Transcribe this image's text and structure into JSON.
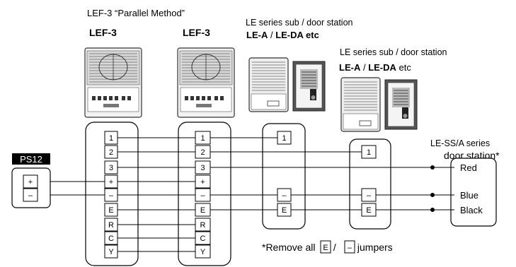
{
  "title": "LEF-3 “Parallel Method”",
  "master_label_1": "LEF-3",
  "master_label_2": "LEF-3",
  "sub_station_1": {
    "line1": "LE series sub / door station",
    "model_a": "LE-A",
    "sep": " / ",
    "model_b": "LE-DA",
    "suffix": " etc",
    "suffix_bold": true
  },
  "sub_station_2": {
    "line1": "LE series sub / door station",
    "model_a": "LE-A",
    "sep": " / ",
    "model_b": "LE-DA",
    "suffix": " etc",
    "suffix_bold": false
  },
  "door_station": {
    "line1": "LE-SS/A series",
    "line2": "door station*",
    "wires": [
      "Red",
      "Blue",
      "Black"
    ]
  },
  "power_supply": {
    "label": "PS12",
    "terminals": [
      "+",
      "–"
    ]
  },
  "master_terminals": [
    "1",
    "2",
    "3",
    "+",
    "+",
    "–",
    "E",
    "R",
    "C",
    "Y"
  ],
  "sub_terminals": {
    "one": "1",
    "minus": "–",
    "e": "E"
  },
  "footnote": {
    "prefix": "*Remove all ",
    "term_e": "E",
    "sep": " / ",
    "term_minus": "–",
    "suffix": " jumpers"
  },
  "colors": {
    "line": "#000000",
    "device_body": "#eeeeee",
    "device_dark": "#555555",
    "ps_header": "#000000"
  }
}
